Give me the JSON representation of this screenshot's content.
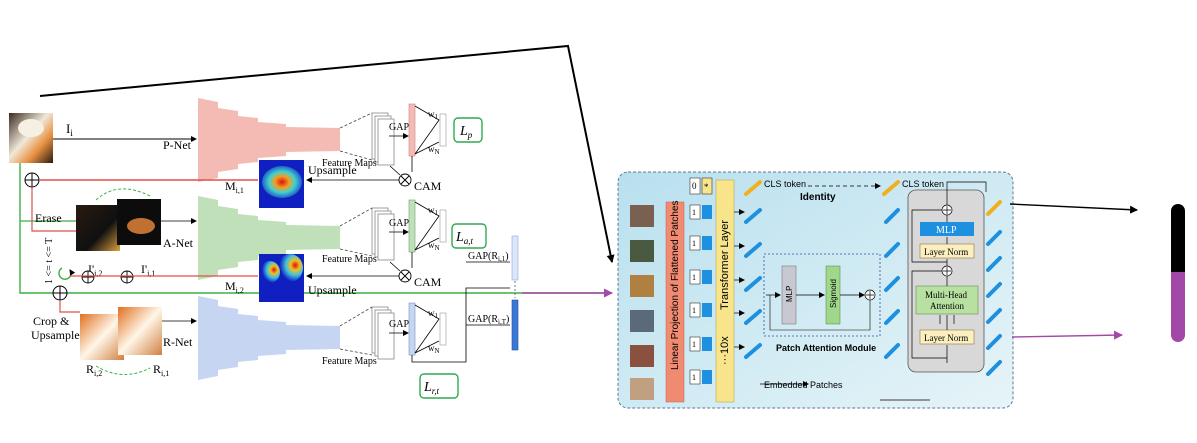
{
  "left": {
    "input_label": "I",
    "input_sub": "i",
    "pnet": "P-Net",
    "anet": "A-Net",
    "rnet": "R-Net",
    "gap": "GAP",
    "w1": "w",
    "w1_sub": "1",
    "wn": "w",
    "wn_sub": "N",
    "loss_p_main": "L",
    "loss_p_sub": "p",
    "loss_a_main": "L",
    "loss_a_sub": "a,t",
    "loss_r_main": "L",
    "loss_r_sub": "r,t",
    "feature_maps": "Feature Maps",
    "cam": "CAM",
    "upsample": "Upsample",
    "m1": "M",
    "m1_sub": "i,1",
    "m2": "M",
    "m2_sub": "i,2",
    "erase": "Erase",
    "crop": "Crop &",
    "crop2": "Upsample",
    "ip2": "I'",
    "ip2_sub": "i,2",
    "ip1": "I'",
    "ip1_sub": "i,1",
    "r2": "R",
    "r2_sub": "i,2",
    "r1": "R",
    "r1_sub": "i,1",
    "loop": "1 <= t <= T",
    "gap_r1": "GAP(R",
    "gap_r1_sub": "i,1",
    "gap_r1_end": ")",
    "gap_rT": "GAP(R",
    "gap_rT_sub": "i,T",
    "gap_rT_end": ")"
  },
  "right": {
    "cls_token_1": "CLS token",
    "cls_token_2": "CLS token",
    "identity": "Identity",
    "linear_projection": "Linear Projection of Flattened Patches",
    "transformer_layer": "Transformer Layer",
    "times": "···10x",
    "mlp_small": "MLP",
    "sigmoid": "Sigmoid",
    "patch_attention": "Patch Attention Module",
    "embedded_patches": "Embedded Patches",
    "mlp_block": "MLP",
    "layer_norm_1": "Layer Norm",
    "multi_head_1": "Multi-Head",
    "multi_head_2": "Attention",
    "layer_norm_2": "Layer Norm",
    "token_zero": "0",
    "token_one": "1",
    "token_star": "*"
  },
  "colors": {
    "pnet": "#f2b6b0",
    "anet": "#bfe0b8",
    "rnet": "#c2d4f2",
    "loss_box": "#2fa84f",
    "purple_arrow": "#a347a8",
    "red_line": "#e0524a",
    "green_line": "#3cb043",
    "panel_bg": "#cfe9f3",
    "linear_proj": "#f08a70",
    "transformer": "#f8e48a",
    "mlp_blue": "#1e90e0",
    "layer_norm": "#fbeec0",
    "mha": "#b8e0a0",
    "sigmoid": "#9fd88a",
    "bar_black": "#000000",
    "bar_purple": "#a347a8"
  }
}
